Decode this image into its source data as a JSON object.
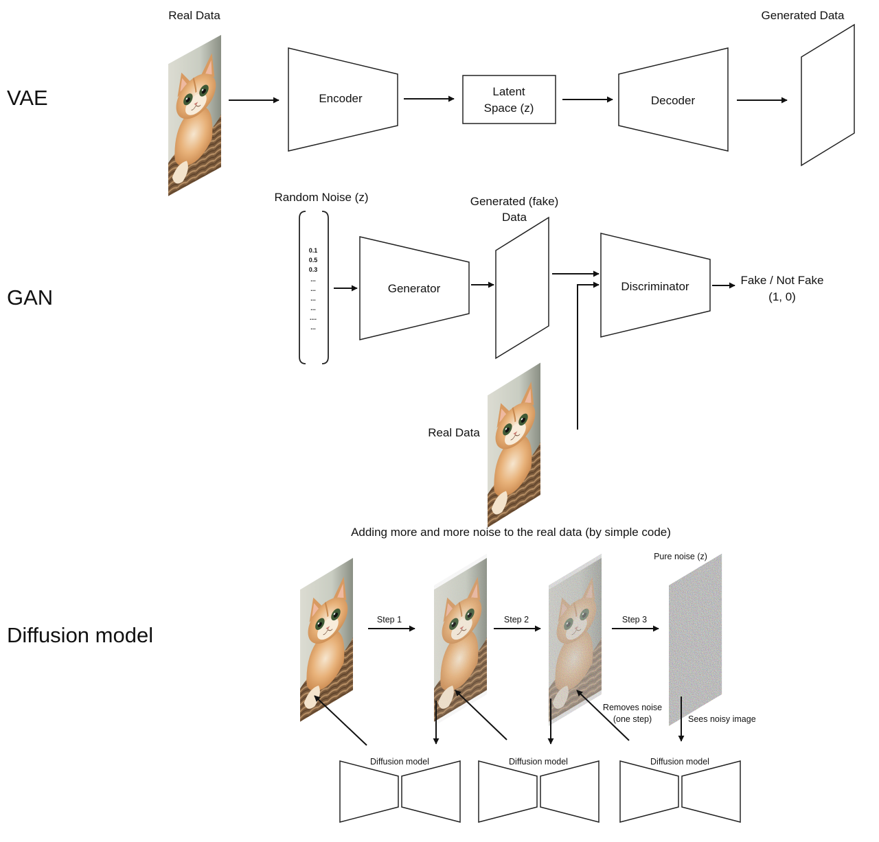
{
  "vae": {
    "title": "VAE",
    "real_data_label": "Real Data",
    "encoder_label": "Encoder",
    "latent_line1": "Latent",
    "latent_line2": "Space (z)",
    "decoder_label": "Decoder",
    "generated_label": "Generated Data"
  },
  "gan": {
    "title": "GAN",
    "noise_label": "Random Noise (z)",
    "noise_values": [
      "0.1",
      "0.5",
      "0.3",
      "...",
      "...",
      "...",
      "...",
      "....",
      "..."
    ],
    "generator_label": "Generator",
    "generated_line1": "Generated (fake)",
    "generated_line2": "Data",
    "discriminator_label": "Discriminator",
    "output_line1": "Fake / Not Fake",
    "output_line2": "(1, 0)",
    "real_data_label": "Real Data"
  },
  "diffusion": {
    "title": "Diffusion model",
    "caption": "Adding more and more noise to the real data (by simple code)",
    "pure_noise_label": "Pure noise (z)",
    "steps": [
      "Step 1",
      "Step 2",
      "Step 3"
    ],
    "removes_line1": "Removes noise",
    "removes_line2": "(one step)",
    "sees_label": "Sees noisy image",
    "model_labels": [
      "Diffusion model",
      "Diffusion model",
      "Diffusion model"
    ],
    "noise_levels": [
      0,
      0.12,
      0.55,
      1
    ]
  }
}
